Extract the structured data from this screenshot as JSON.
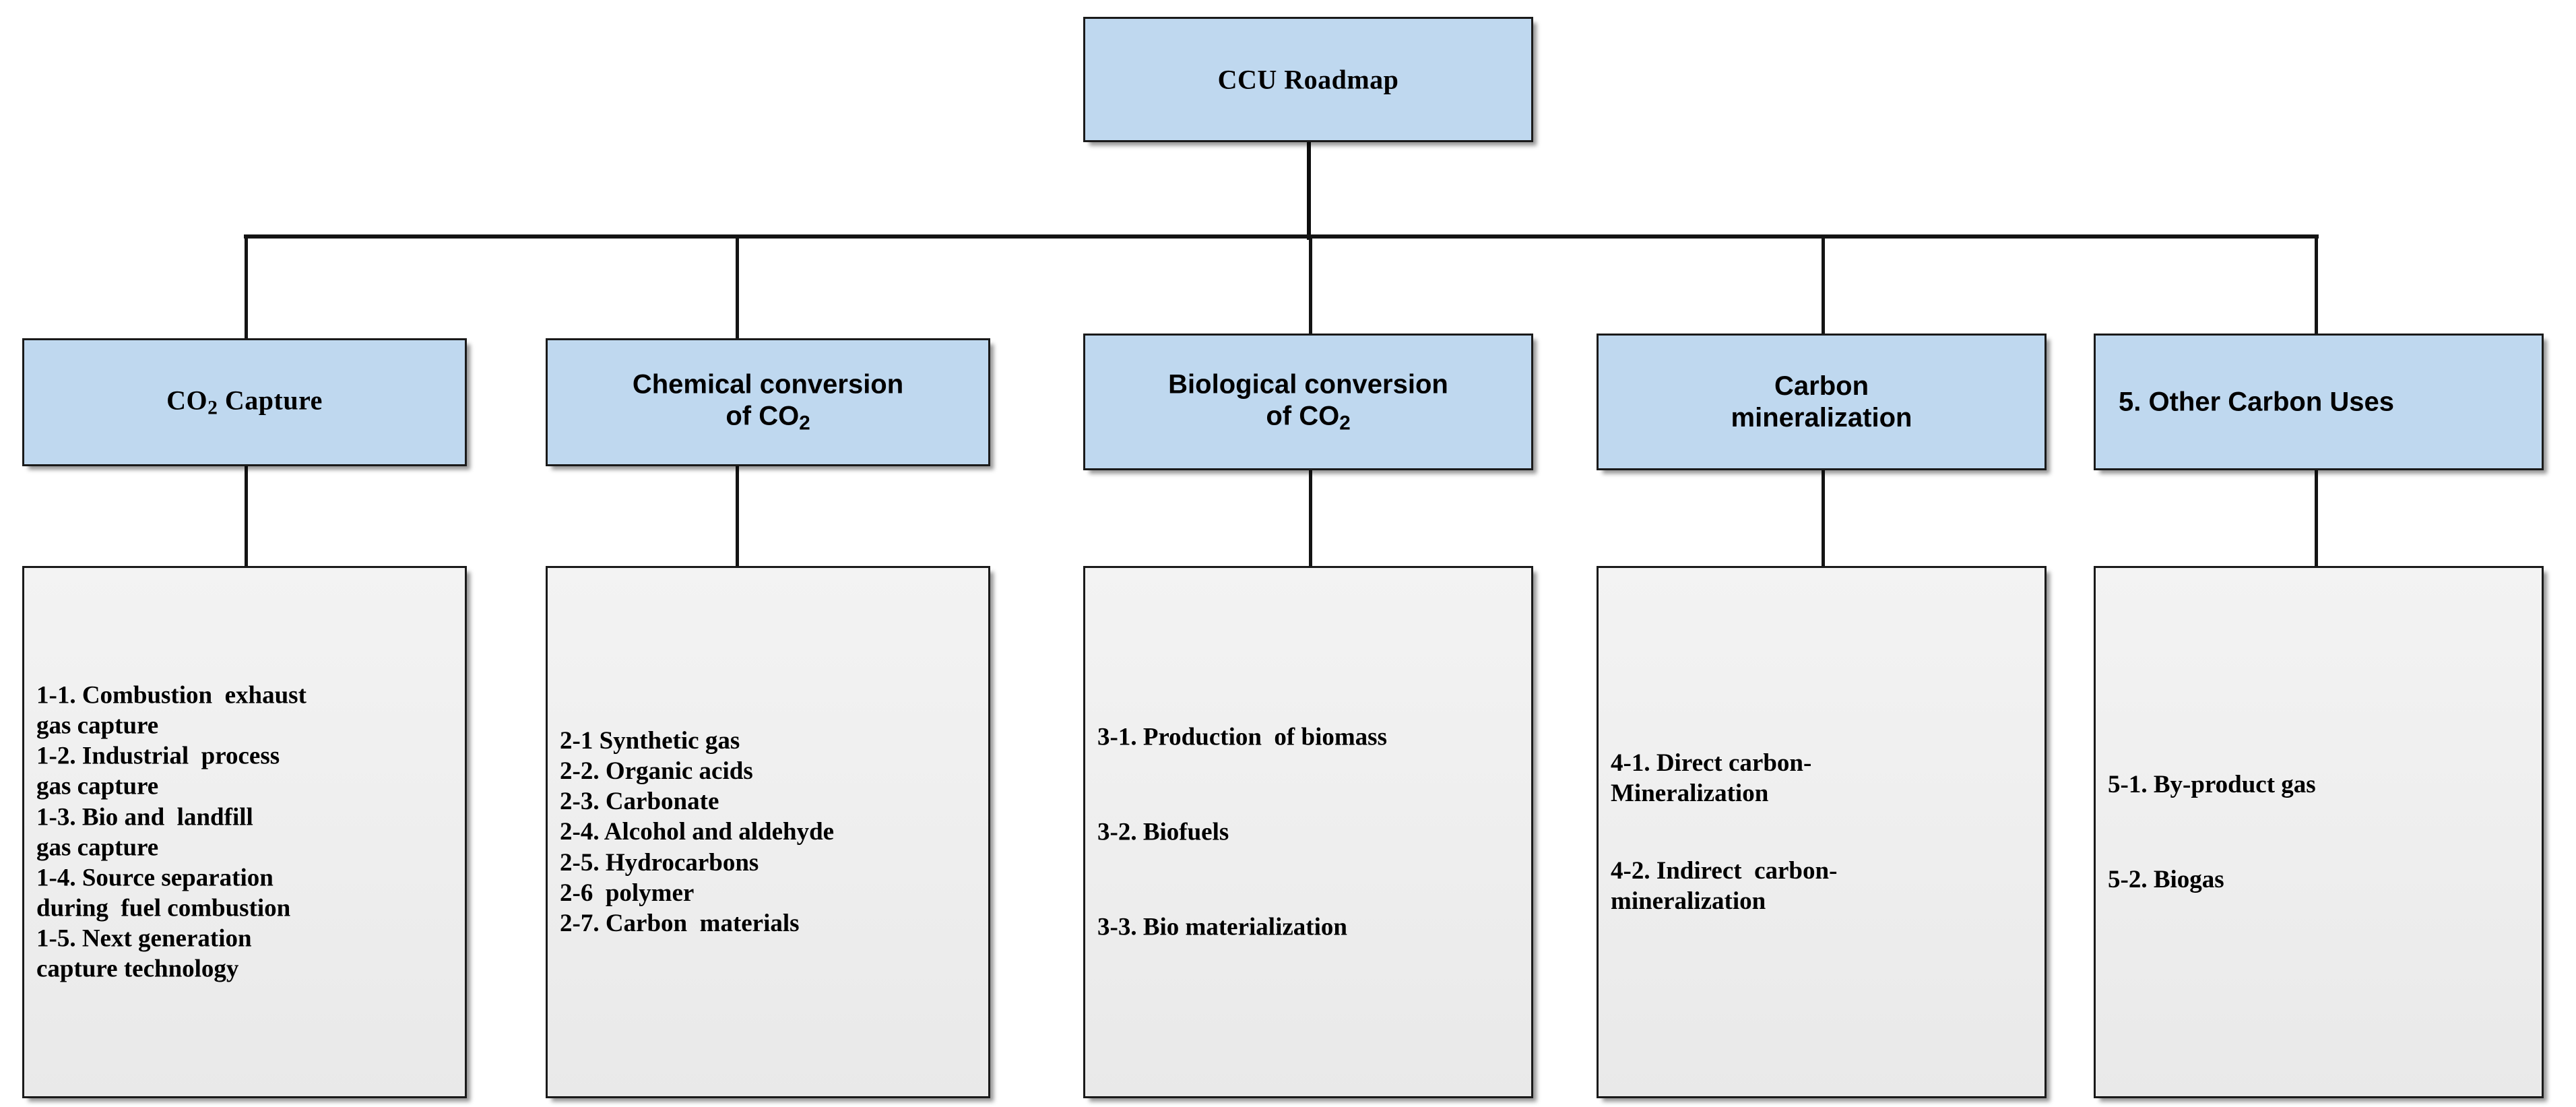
{
  "diagram": {
    "title": "CCU Roadmap",
    "root": {
      "label": "CCU Roadmap"
    },
    "branches": [
      {
        "id": "1",
        "header_line1": "CO",
        "header_sub": "2",
        "header_line2": " Capture",
        "header_plain": "CO2 Capture",
        "items": [
          "1-1. Combustion  exhaust\ngas capture",
          "1-2. Industrial  process\ngas capture",
          "1-3. Bio and  landfill\ngas capture",
          "1-4. Source separation\nduring  fuel combustion",
          "1-5. Next generation\ncapture technology"
        ]
      },
      {
        "id": "2",
        "header_line1": "Chemical conversion",
        "header_line2": "of CO",
        "header_sub": "2",
        "header_plain": "Chemical conversion of CO2",
        "items": [
          "2-1 Synthetic gas",
          "2-2. Organic acids",
          "2-3. Carbonate",
          "2-4. Alcohol and aldehyde",
          "2-5. Hydrocarbons",
          "2-6  polymer",
          "2-7. Carbon  materials"
        ]
      },
      {
        "id": "3",
        "header_line1": "Biological  conversion",
        "header_line2": "of  CO",
        "header_sub": "2",
        "header_plain": "Biological conversion of CO2",
        "items": [
          "3-1. Production  of biomass",
          "3-2. Biofuels",
          "3-3. Bio materialization"
        ]
      },
      {
        "id": "4",
        "header_line1": "Carbon",
        "header_line2": "mineralization",
        "header_plain": "Carbon mineralization",
        "items": [
          "4-1. Direct carbon-\nMineralization",
          "4-2. Indirect  carbon-\nmineralization"
        ]
      },
      {
        "id": "5",
        "header_line1": "5. Other Carbon Uses",
        "header_plain": "5. Other Carbon Uses",
        "items": [
          "5-1. By-product gas",
          "5-2. Biogas"
        ]
      }
    ],
    "colors": {
      "node_blue": "#bfd8ef",
      "node_grey": "#efefef",
      "border": "#1a1a1a",
      "connector": "#141414",
      "text": "#000000",
      "background": "#ffffff"
    }
  }
}
